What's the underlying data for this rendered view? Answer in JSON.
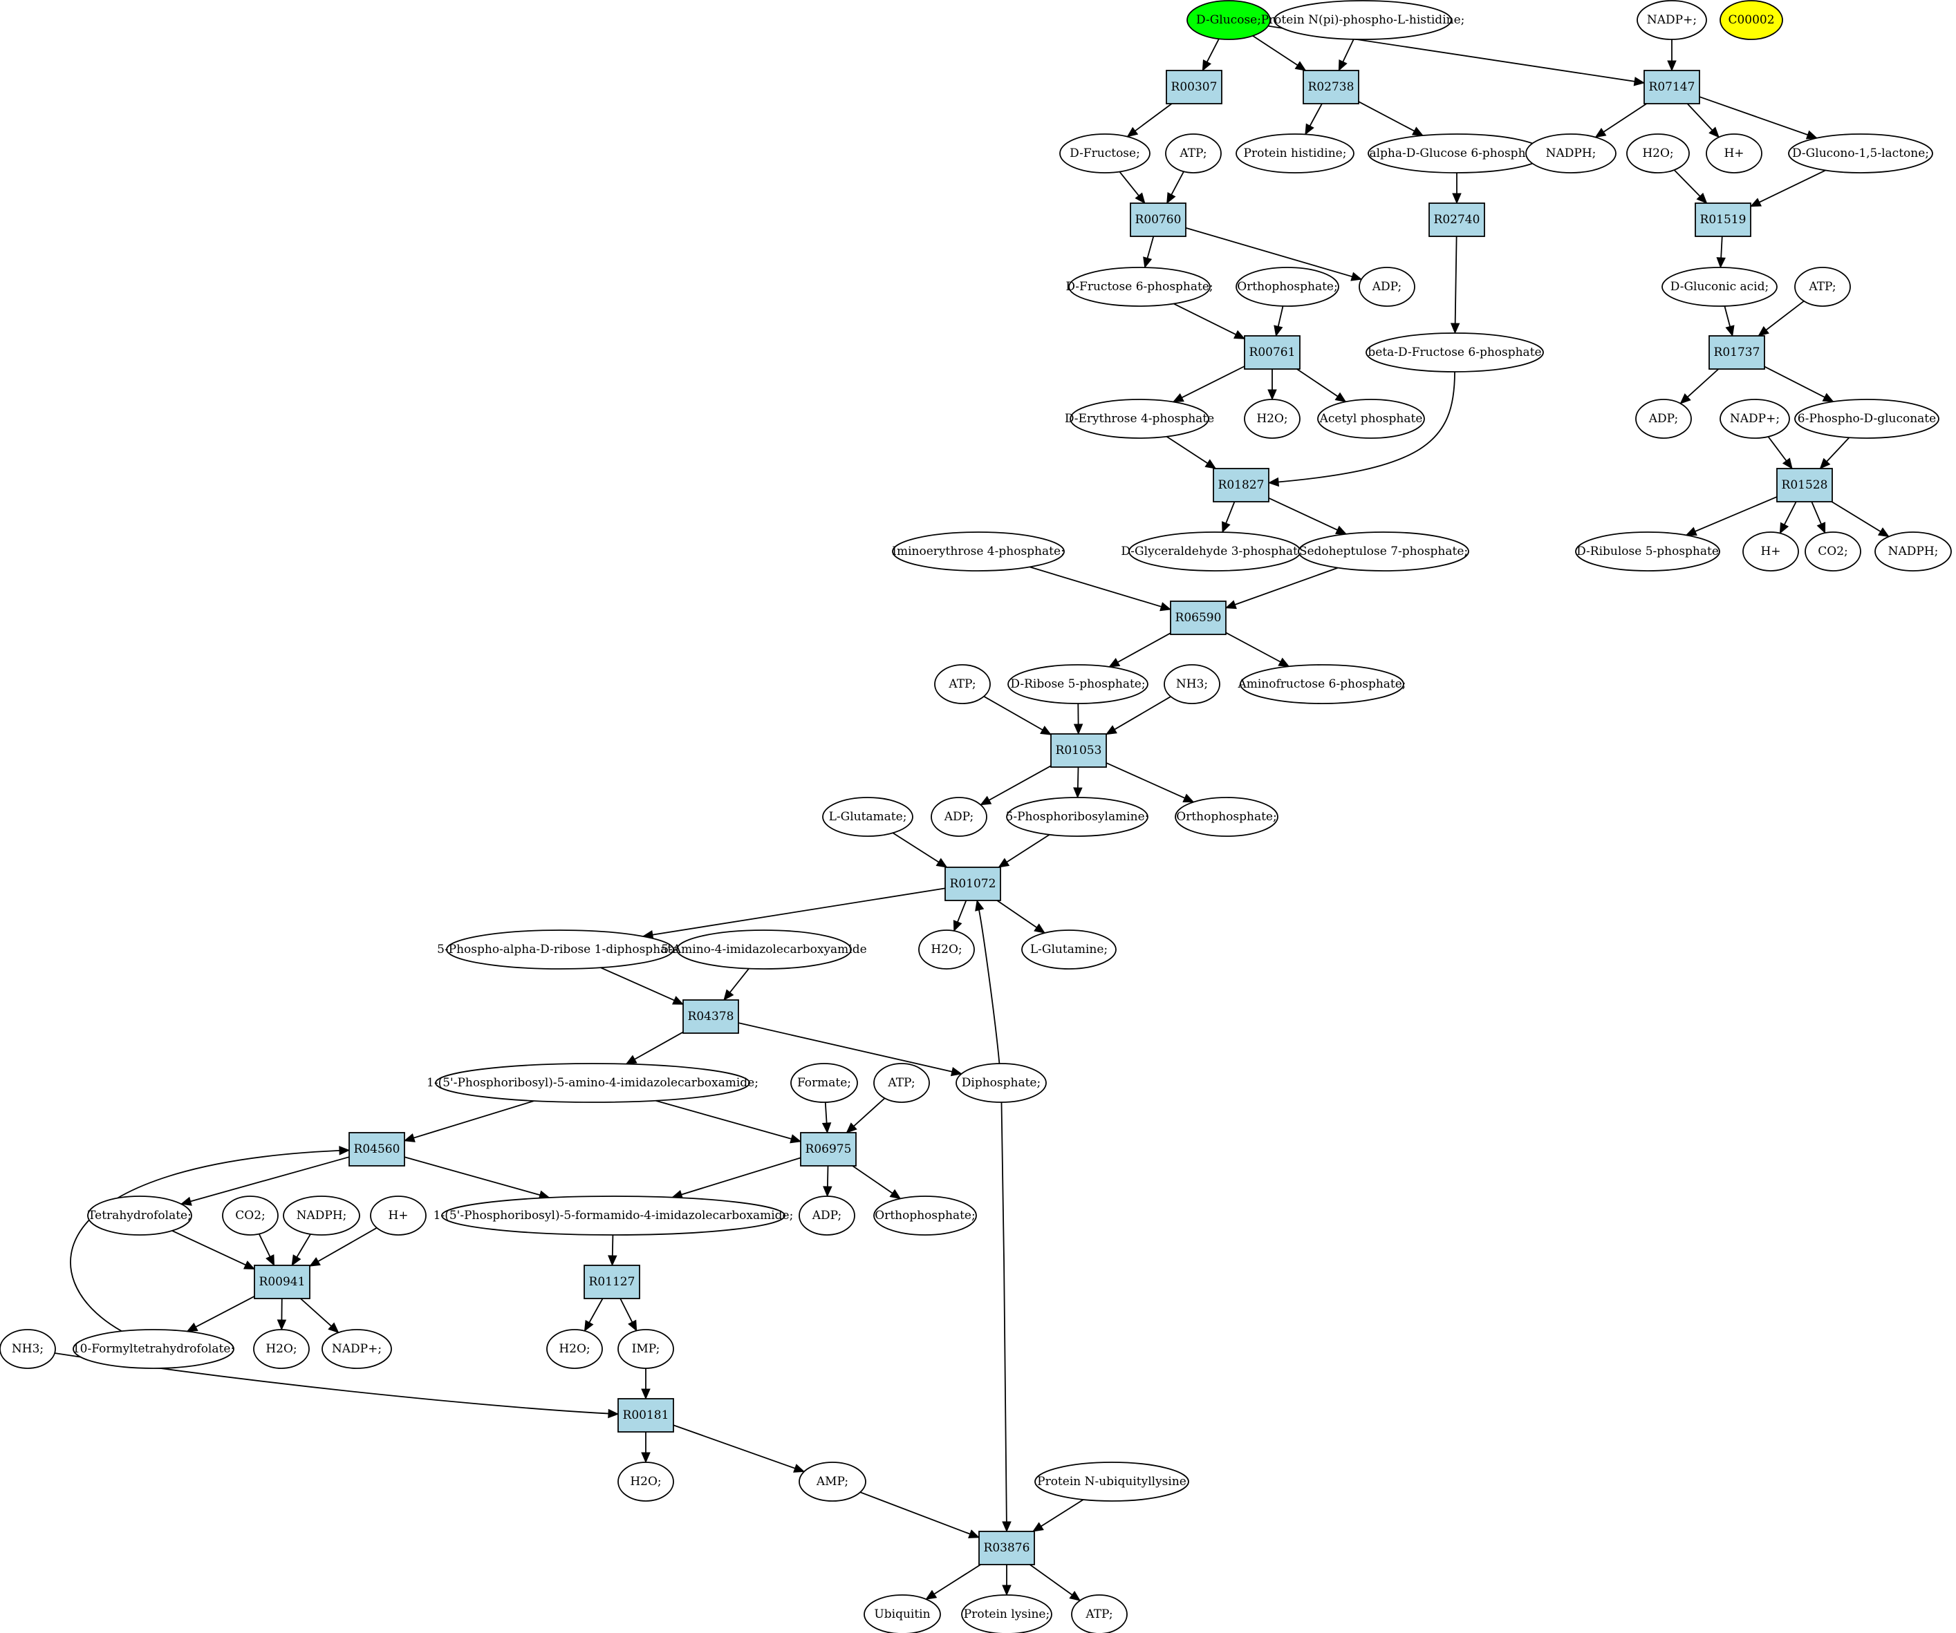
{
  "colors": {
    "reaction_fill": "#add8e6",
    "start_compound_fill": "#00ff00",
    "target_compound_fill": "#ffff00",
    "compound_fill": "#ffffff"
  },
  "compounds": [
    {
      "id": "glucose",
      "label": "D-Glucose;",
      "fill": "#00ff00"
    },
    {
      "id": "nphis",
      "label": "Protein N(pi)-phospho-L-histidine;"
    },
    {
      "id": "nadp_a",
      "label": "NADP+;"
    },
    {
      "id": "c00002",
      "label": "C00002",
      "fill": "#ffff00"
    },
    {
      "id": "fructose",
      "label": "D-Fructose;"
    },
    {
      "id": "atp_a",
      "label": "ATP;"
    },
    {
      "id": "prothis",
      "label": "Protein histidine;"
    },
    {
      "id": "ag6p",
      "label": "alpha-D-Glucose 6-phosphate"
    },
    {
      "id": "nadph_a",
      "label": "NADPH;"
    },
    {
      "id": "h2o_a",
      "label": "H2O;"
    },
    {
      "id": "h_a",
      "label": "H+"
    },
    {
      "id": "glucono",
      "label": "D-Glucono-1,5-lactone;"
    },
    {
      "id": "f6p",
      "label": "D-Fructose 6-phosphate;"
    },
    {
      "id": "orthop_a",
      "label": "Orthophosphate;"
    },
    {
      "id": "adp_a",
      "label": "ADP;"
    },
    {
      "id": "gluconic",
      "label": "D-Gluconic acid;"
    },
    {
      "id": "atp_b",
      "label": "ATP;"
    },
    {
      "id": "bf6p",
      "label": "beta-D-Fructose 6-phosphate"
    },
    {
      "id": "e4p",
      "label": "D-Erythrose 4-phosphate"
    },
    {
      "id": "h2o_b",
      "label": "H2O;"
    },
    {
      "id": "acetylp",
      "label": "Acetyl phosphate"
    },
    {
      "id": "adp_b",
      "label": "ADP;"
    },
    {
      "id": "nadp_b",
      "label": "NADP+;"
    },
    {
      "id": "pgluconate",
      "label": "6-Phospho-D-gluconate"
    },
    {
      "id": "g3p",
      "label": "D-Glyceraldehyde 3-phosphate;"
    },
    {
      "id": "s7p",
      "label": "Sedoheptulose 7-phosphate;"
    },
    {
      "id": "ru5p",
      "label": "D-Ribulose 5-phosphate"
    },
    {
      "id": "h_b",
      "label": "H+"
    },
    {
      "id": "co2_a",
      "label": "CO2;"
    },
    {
      "id": "nadph_b",
      "label": "NADPH;"
    },
    {
      "id": "imino",
      "label": "Iminoerythrose 4-phosphate;"
    },
    {
      "id": "atp_c",
      "label": "ATP;"
    },
    {
      "id": "r5p",
      "label": "D-Ribose 5-phosphate;"
    },
    {
      "id": "nh3_a",
      "label": "NH3;"
    },
    {
      "id": "aminof",
      "label": "Aminofructose 6-phosphate;"
    },
    {
      "id": "lglu",
      "label": "L-Glutamate;"
    },
    {
      "id": "adp_c",
      "label": "ADP;"
    },
    {
      "id": "prib",
      "label": "5-Phosphoribosylamine;"
    },
    {
      "id": "orthop_b",
      "label": "Orthophosphate;"
    },
    {
      "id": "prpp",
      "label": "5-Phospho-alpha-D-ribose 1-diphosphate;"
    },
    {
      "id": "aica",
      "label": "5-Amino-4-imidazolecarboxyamide"
    },
    {
      "id": "h2o_c",
      "label": "H2O;"
    },
    {
      "id": "lgln",
      "label": "L-Glutamine;"
    },
    {
      "id": "aicar",
      "label": "1-(5'-Phosphoribosyl)-5-amino-4-imidazolecarboxamide;"
    },
    {
      "id": "formate",
      "label": "Formate;"
    },
    {
      "id": "atp_d",
      "label": "ATP;"
    },
    {
      "id": "diphos",
      "label": "Diphosphate;"
    },
    {
      "id": "thf",
      "label": "Tetrahydrofolate;"
    },
    {
      "id": "co2_b",
      "label": "CO2;"
    },
    {
      "id": "nadph_c",
      "label": "NADPH;"
    },
    {
      "id": "h_c",
      "label": "H+"
    },
    {
      "id": "faicar",
      "label": "1-(5'-Phosphoribosyl)-5-formamido-4-imidazolecarboxamide;"
    },
    {
      "id": "adp_d",
      "label": "ADP;"
    },
    {
      "id": "orthop_c",
      "label": "Orthophosphate;"
    },
    {
      "id": "nh3_b",
      "label": "NH3;"
    },
    {
      "id": "fthf",
      "label": "10-Formyltetrahydrofolate;"
    },
    {
      "id": "h2o_d",
      "label": "H2O;"
    },
    {
      "id": "nadp_c",
      "label": "NADP+;"
    },
    {
      "id": "h2o_e",
      "label": "H2O;"
    },
    {
      "id": "imp",
      "label": "IMP;"
    },
    {
      "id": "h2o_f",
      "label": "H2O;"
    },
    {
      "id": "amp",
      "label": "AMP;"
    },
    {
      "id": "nubq",
      "label": "Protein N-ubiquityllysine"
    },
    {
      "id": "ubiquitin",
      "label": "Ubiquitin"
    },
    {
      "id": "protlys",
      "label": "Protein lysine;"
    },
    {
      "id": "atp_e",
      "label": "ATP;"
    }
  ],
  "reactions": [
    {
      "id": "R00307",
      "label": "R00307"
    },
    {
      "id": "R02738",
      "label": "R02738"
    },
    {
      "id": "R07147",
      "label": "R07147"
    },
    {
      "id": "R00760",
      "label": "R00760"
    },
    {
      "id": "R02740",
      "label": "R02740"
    },
    {
      "id": "R01519",
      "label": "R01519"
    },
    {
      "id": "R00761",
      "label": "R00761"
    },
    {
      "id": "R01737",
      "label": "R01737"
    },
    {
      "id": "R01827",
      "label": "R01827"
    },
    {
      "id": "R01528",
      "label": "R01528"
    },
    {
      "id": "R06590",
      "label": "R06590"
    },
    {
      "id": "R01053",
      "label": "R01053"
    },
    {
      "id": "R01072",
      "label": "R01072"
    },
    {
      "id": "R04378",
      "label": "R04378"
    },
    {
      "id": "R04560",
      "label": "R04560"
    },
    {
      "id": "R06975",
      "label": "R06975"
    },
    {
      "id": "R00941",
      "label": "R00941"
    },
    {
      "id": "R01127",
      "label": "R01127"
    },
    {
      "id": "R00181",
      "label": "R00181"
    },
    {
      "id": "R03876",
      "label": "R03876"
    }
  ],
  "edges": [
    [
      "glucose",
      "R00307"
    ],
    [
      "glucose",
      "R02738"
    ],
    [
      "glucose",
      "R07147"
    ],
    [
      "nphis",
      "R02738"
    ],
    [
      "nadp_a",
      "R07147"
    ],
    [
      "R00307",
      "fructose"
    ],
    [
      "R02738",
      "prothis"
    ],
    [
      "R02738",
      "ag6p"
    ],
    [
      "R07147",
      "nadph_a"
    ],
    [
      "R07147",
      "h_a"
    ],
    [
      "R07147",
      "glucono"
    ],
    [
      "fructose",
      "R00760"
    ],
    [
      "atp_a",
      "R00760"
    ],
    [
      "ag6p",
      "R02740"
    ],
    [
      "h2o_a",
      "R01519"
    ],
    [
      "glucono",
      "R01519"
    ],
    [
      "R00760",
      "f6p"
    ],
    [
      "R00760",
      "adp_a"
    ],
    [
      "R02740",
      "bf6p"
    ],
    [
      "R01519",
      "gluconic"
    ],
    [
      "f6p",
      "R00761"
    ],
    [
      "orthop_a",
      "R00761"
    ],
    [
      "gluconic",
      "R01737"
    ],
    [
      "atp_b",
      "R01737"
    ],
    [
      "R00761",
      "e4p"
    ],
    [
      "R00761",
      "h2o_b"
    ],
    [
      "R00761",
      "acetylp"
    ],
    [
      "R01737",
      "adp_b"
    ],
    [
      "R01737",
      "pgluconate"
    ],
    [
      "e4p",
      "R01827"
    ],
    [
      "bf6p",
      "R01827"
    ],
    [
      "nadp_b",
      "R01528"
    ],
    [
      "pgluconate",
      "R01528"
    ],
    [
      "R01827",
      "g3p"
    ],
    [
      "R01827",
      "s7p"
    ],
    [
      "R01528",
      "ru5p"
    ],
    [
      "R01528",
      "h_b"
    ],
    [
      "R01528",
      "co2_a"
    ],
    [
      "R01528",
      "nadph_b"
    ],
    [
      "imino",
      "R06590"
    ],
    [
      "s7p",
      "R06590"
    ],
    [
      "R06590",
      "r5p"
    ],
    [
      "R06590",
      "aminof"
    ],
    [
      "atp_c",
      "R01053"
    ],
    [
      "r5p",
      "R01053"
    ],
    [
      "nh3_a",
      "R01053"
    ],
    [
      "R01053",
      "adp_c"
    ],
    [
      "R01053",
      "prib"
    ],
    [
      "R01053",
      "orthop_b"
    ],
    [
      "lglu",
      "R01072"
    ],
    [
      "prib",
      "R01072"
    ],
    [
      "diphos",
      "R01072"
    ],
    [
      "R01072",
      "prpp"
    ],
    [
      "R01072",
      "h2o_c"
    ],
    [
      "R01072",
      "lgln"
    ],
    [
      "prpp",
      "R04378"
    ],
    [
      "aica",
      "R04378"
    ],
    [
      "R04378",
      "aicar"
    ],
    [
      "R04378",
      "diphos"
    ],
    [
      "aicar",
      "R04560"
    ],
    [
      "aicar",
      "R06975"
    ],
    [
      "formate",
      "R06975"
    ],
    [
      "atp_d",
      "R06975"
    ],
    [
      "fthf",
      "R04560"
    ],
    [
      "R04560",
      "thf"
    ],
    [
      "R04560",
      "faicar"
    ],
    [
      "R06975",
      "faicar"
    ],
    [
      "R06975",
      "adp_d"
    ],
    [
      "R06975",
      "orthop_c"
    ],
    [
      "thf",
      "R00941"
    ],
    [
      "co2_b",
      "R00941"
    ],
    [
      "nadph_c",
      "R00941"
    ],
    [
      "h_c",
      "R00941"
    ],
    [
      "R00941",
      "fthf"
    ],
    [
      "R00941",
      "h2o_d"
    ],
    [
      "R00941",
      "nadp_c"
    ],
    [
      "faicar",
      "R01127"
    ],
    [
      "R01127",
      "h2o_e"
    ],
    [
      "R01127",
      "imp"
    ],
    [
      "imp",
      "R00181"
    ],
    [
      "nh3_b",
      "R00181"
    ],
    [
      "R00181",
      "h2o_f"
    ],
    [
      "R00181",
      "amp"
    ],
    [
      "amp",
      "R03876"
    ],
    [
      "nubq",
      "R03876"
    ],
    [
      "diphos",
      "R03876"
    ],
    [
      "R03876",
      "ubiquitin"
    ],
    [
      "R03876",
      "protlys"
    ],
    [
      "R03876",
      "atp_e"
    ]
  ]
}
